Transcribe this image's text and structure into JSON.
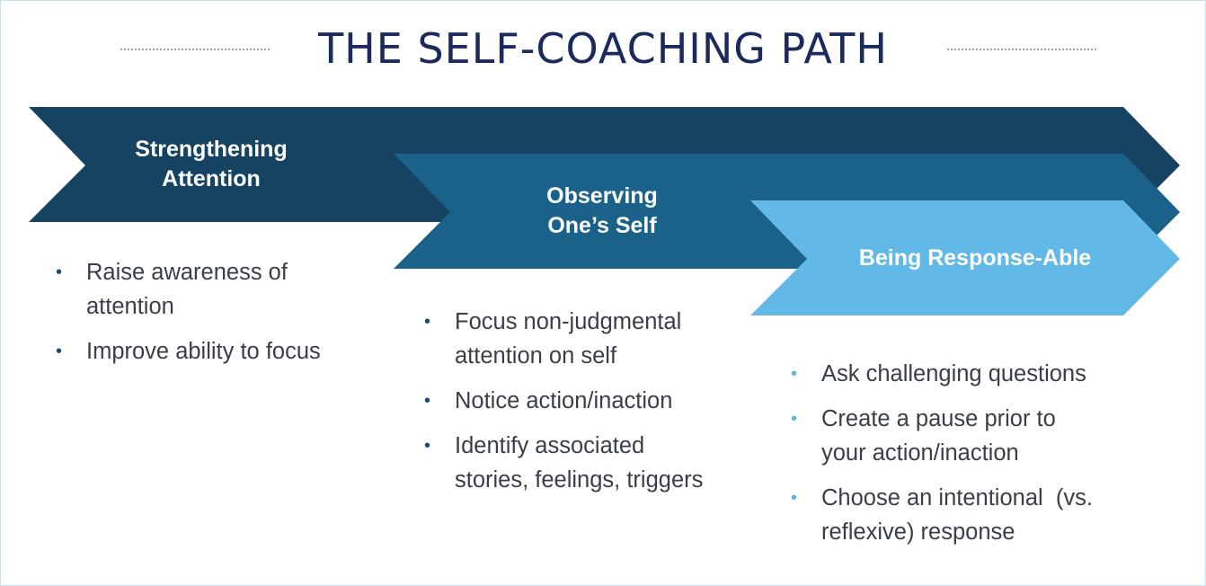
{
  "title": "THE SELF-COACHING PATH",
  "colors": {
    "title": "#1a2a5c",
    "arrow_1": "#154361",
    "arrow_2": "#1a6289",
    "arrow_3": "#62b8e6",
    "bullet_dark": "#1b4a7a",
    "bullet_light": "#5bb3e2"
  },
  "stages": [
    {
      "label": "Strengthening Attention",
      "label_lines": [
        "Strengthening",
        "Attention"
      ],
      "bullets": [
        [
          "Raise awareness of",
          "attention"
        ],
        [
          "Improve ability to focus"
        ]
      ]
    },
    {
      "label": "Observing One’s Self",
      "label_lines": [
        "Observing",
        "One’s Self"
      ],
      "bullets": [
        [
          "Focus non-judgmental",
          "attention on self"
        ],
        [
          "Notice action/inaction"
        ],
        [
          "Identify associated",
          "stories, feelings, triggers"
        ]
      ]
    },
    {
      "label": "Being Response-Able",
      "label_lines": [
        "Being Response-Able"
      ],
      "bullets": [
        [
          "Ask challenging questions"
        ],
        [
          "Create a pause prior to",
          "your action/inaction"
        ],
        [
          "Choose an intentional  (vs.",
          "reflexive) response"
        ]
      ]
    }
  ]
}
